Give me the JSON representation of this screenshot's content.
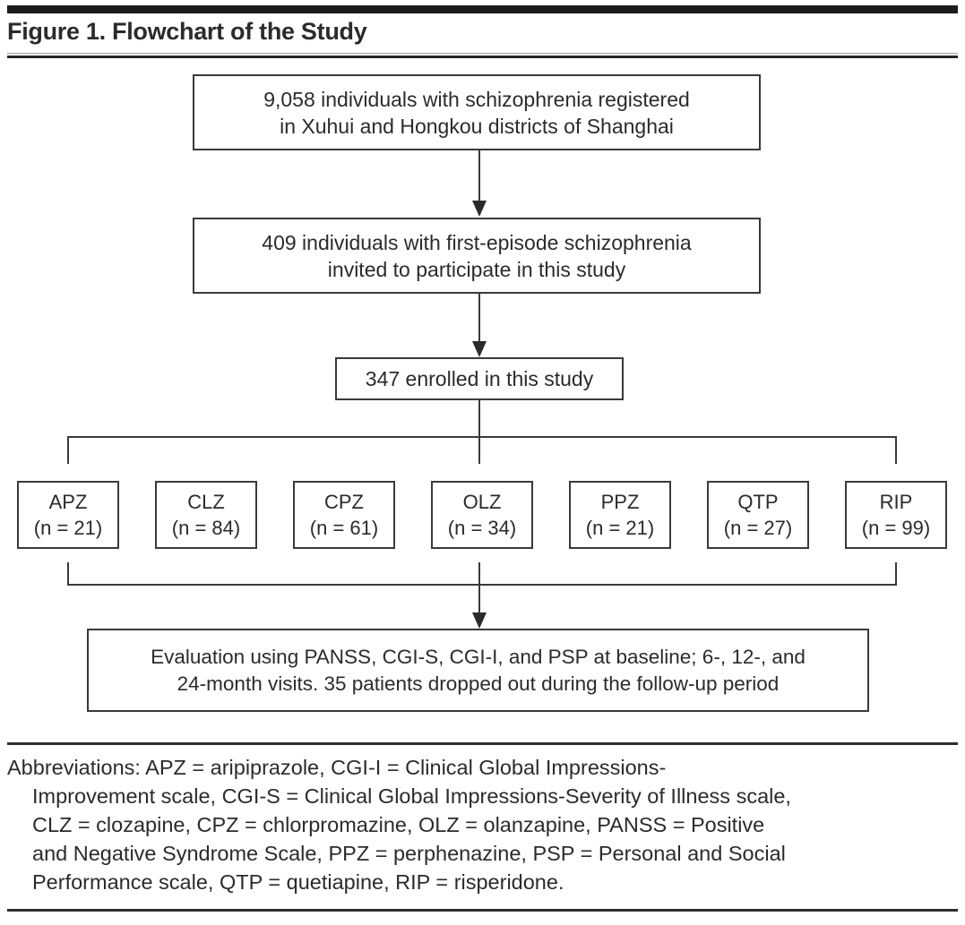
{
  "figure": {
    "title": "Figure 1. Flowchart of the Study"
  },
  "flowchart": {
    "registered": {
      "line1": "9,058 individuals with schizophrenia registered",
      "line2": "in Xuhui and Hongkou districts of Shanghai"
    },
    "invited": {
      "line1": "409 individuals with first-episode schizophrenia",
      "line2": "invited to participate in this study"
    },
    "enrolled": {
      "text": "347 enrolled in this study"
    },
    "arms": [
      {
        "label": "APZ",
        "n": "(n = 21)"
      },
      {
        "label": "CLZ",
        "n": "(n = 84)"
      },
      {
        "label": "CPZ",
        "n": "(n = 61)"
      },
      {
        "label": "OLZ",
        "n": "(n = 34)"
      },
      {
        "label": "PPZ",
        "n": "(n = 21)"
      },
      {
        "label": "QTP",
        "n": "(n = 27)"
      },
      {
        "label": "RIP",
        "n": "(n = 99)"
      }
    ],
    "evaluation": {
      "line1": "Evaluation using PANSS, CGI-S, CGI-I, and PSP at baseline; 6-, 12-, and",
      "line2": "24-month visits. 35 patients dropped out during the follow-up period"
    }
  },
  "abbreviations": {
    "lines": [
      "Abbreviations: APZ = aripiprazole, CGI-I = Clinical Global Impressions-",
      "Improvement scale, CGI-S = Clinical Global Impressions-Severity of Illness scale,",
      "CLZ = clozapine, CPZ = chlorpromazine, OLZ = olanzapine, PANSS = Positive",
      "and Negative Syndrome Scale, PPZ = perphenazine, PSP = Personal and Social",
      "Performance scale, QTP = quetiapine, RIP = risperidone."
    ]
  },
  "colors": {
    "ink": "#2b2b2b",
    "border": "#3a3a3a",
    "bar": "#1c1c1c"
  }
}
